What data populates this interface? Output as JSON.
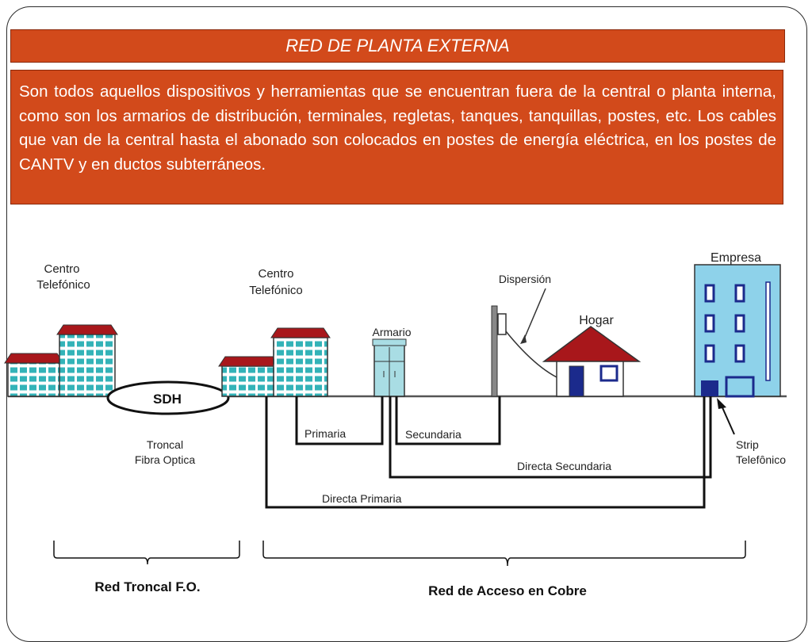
{
  "slide": {
    "title": "RED DE PLANTA EXTERNA",
    "description": "Son todos aquellos dispositivos y herramientas que se encuentran fuera de la central o planta interna, como son los armarios de distribución, terminales, regletas, tanques, tanquillas, postes, etc. Los cables que van de la central hasta el abonado son colocados en postes de energía eléctrica, en los postes de CANTV y en ductos subterráneos."
  },
  "diagram": {
    "centro_1": [
      "Centro",
      "Telefónico"
    ],
    "centro_2": [
      "Centro",
      "Telefónico"
    ],
    "sdh": "SDH",
    "troncal": [
      "Troncal",
      "Fibra Optica"
    ],
    "armario": "Armario",
    "dispersion": "Dispersión",
    "hogar": "Hogar",
    "empresa": "Empresa",
    "primaria": "Primaria",
    "secundaria": "Secundaria",
    "directa_secundaria": "Directa Secundaria",
    "directa_primaria": "Directa Primaria",
    "strip": [
      "Strip",
      "Telefônico"
    ],
    "red_troncal": "Red Troncal F.O.",
    "red_acceso": "Red de Acceso en Cobre"
  },
  "colors": {
    "accent": "#d24a1b",
    "building_roof": "#a8171b",
    "building_glass": "#33b3b8",
    "armario": "#a9dde4",
    "empresa": "#8ed2ea",
    "empresa_window": "#1b2a8c"
  }
}
